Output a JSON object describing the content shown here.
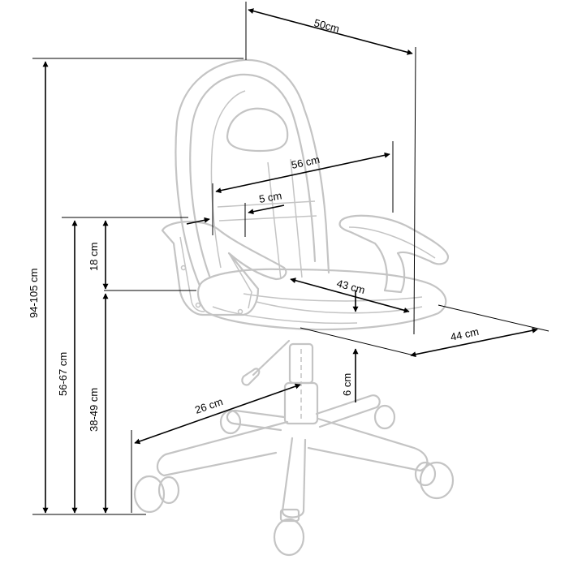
{
  "dimensions": {
    "width_top": "50cm",
    "armrest_width": "56 cm",
    "armrest_pad": "5 cm",
    "seat_depth": "43 cm",
    "base_depth": "44 cm",
    "total_height": "94-105 cm",
    "armrest_height": "56-67 cm",
    "armrest_to_seat": "18 cm",
    "seat_height": "38-49 cm",
    "gas_lift": "6 cm",
    "base_radius": "26 cm"
  }
}
